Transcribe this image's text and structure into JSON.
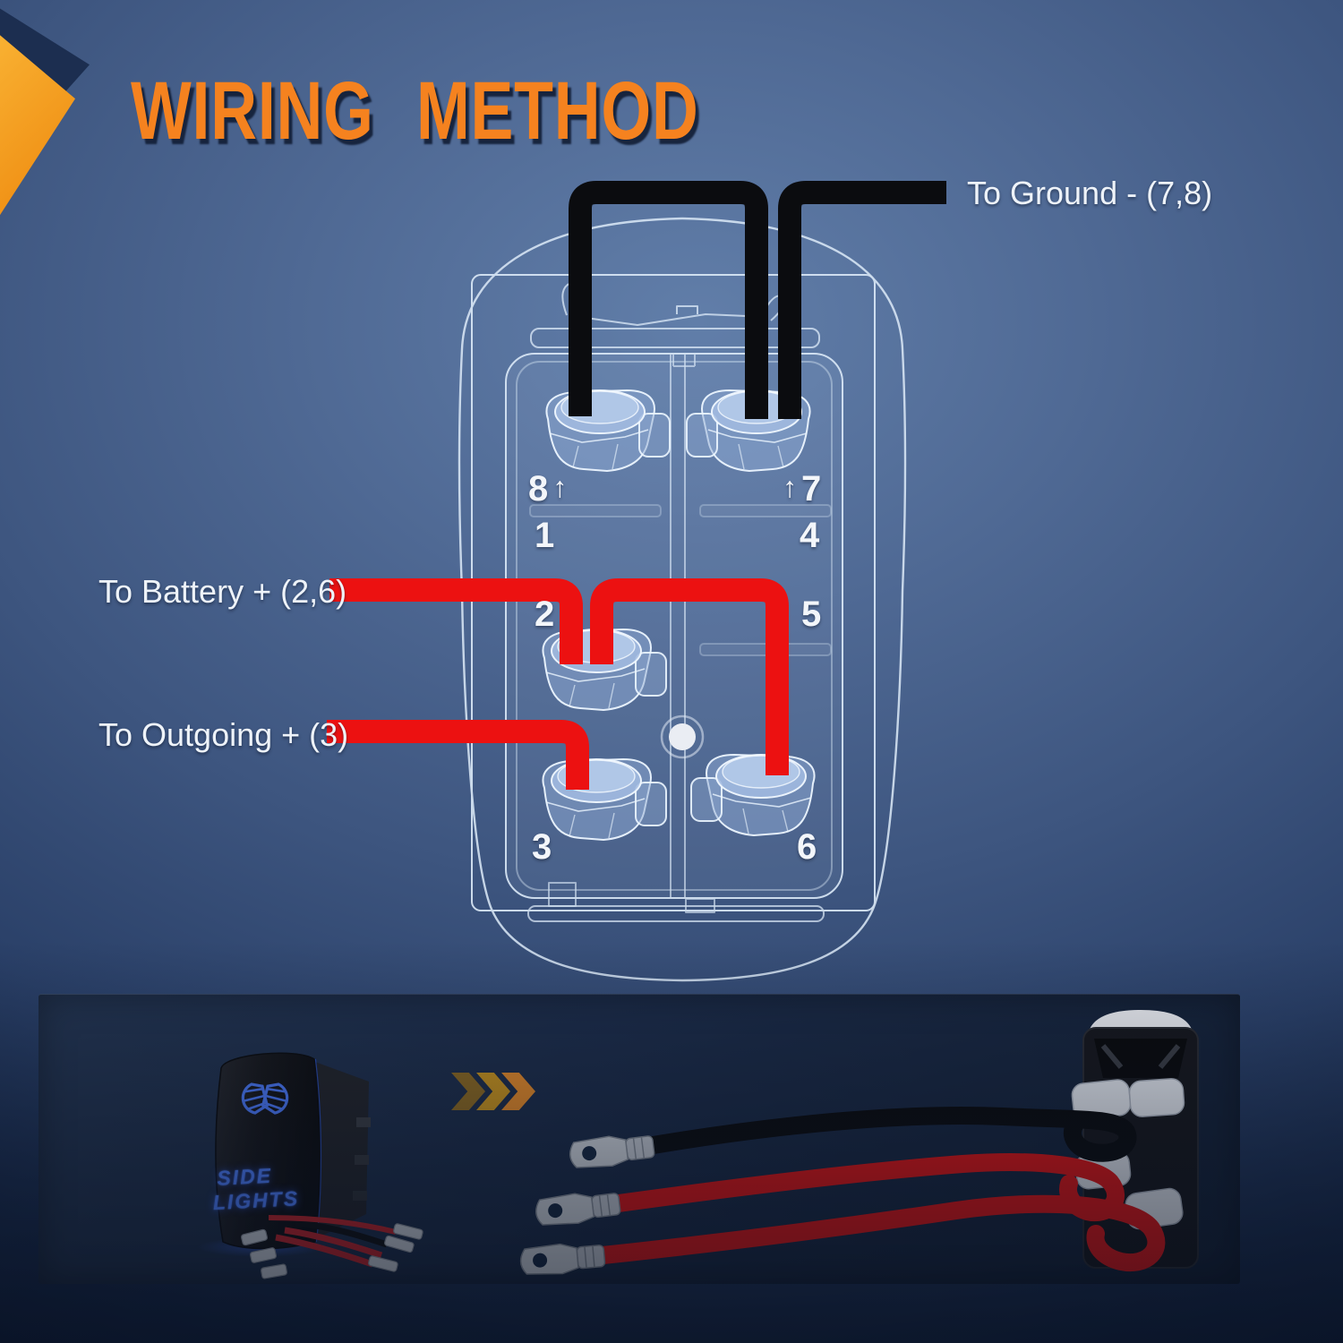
{
  "title": "WIRING METHOD",
  "diagram": {
    "ground_label": "To Ground - (7,8)",
    "battery_label": "To Battery + (2,6)",
    "outgoing_label": "To Outgoing + (3)",
    "pins": {
      "p1": "1",
      "p2": "2",
      "p3": "3",
      "p4": "4",
      "p5": "5",
      "p6": "6",
      "p7": "7",
      "p8": "8",
      "arrow_up": "↑"
    }
  },
  "product": {
    "led_text_line1": "SIDE",
    "led_text_line2": "LIGHTS"
  },
  "colors": {
    "accent_orange": "#F5821F",
    "wire_red": "#EC1111",
    "wire_black": "#0B0C0F",
    "blueprint_line": "#DCEAF8",
    "led_blue": "#4F80FF",
    "background_navy": "#2C4168",
    "panel_navy": "#1C2C49",
    "chevron_colors": [
      "#8A6823",
      "#C6921F",
      "#E0882A"
    ]
  }
}
